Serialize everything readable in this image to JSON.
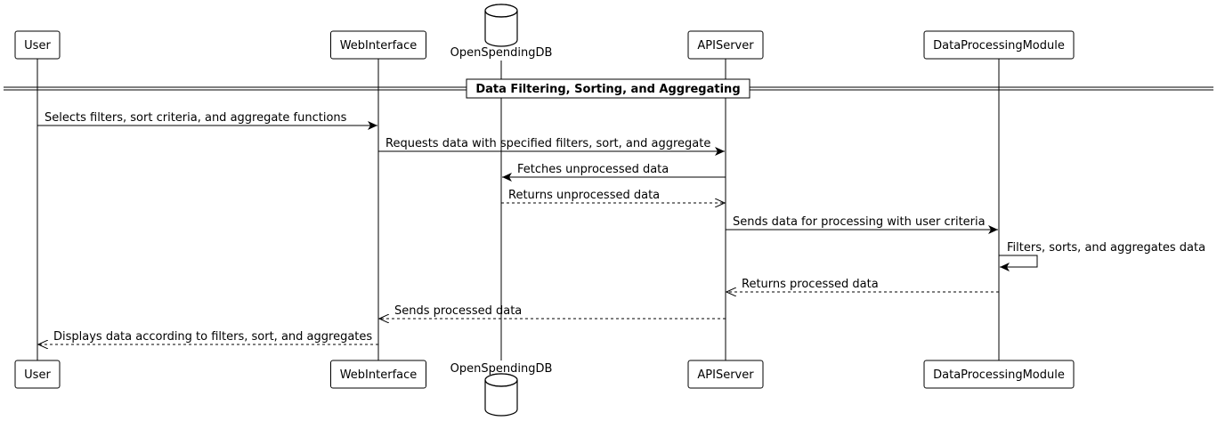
{
  "participants": [
    {
      "id": "user",
      "name": "User",
      "kind": "box"
    },
    {
      "id": "web",
      "name": "WebInterface",
      "kind": "box"
    },
    {
      "id": "db",
      "name": "OpenSpendingDB",
      "kind": "database"
    },
    {
      "id": "api",
      "name": "APIServer",
      "kind": "box"
    },
    {
      "id": "dpm",
      "name": "DataProcessingModule",
      "kind": "box"
    }
  ],
  "divider": {
    "label": "Data Filtering, Sorting, and Aggregating"
  },
  "messages": [
    {
      "from": "user",
      "to": "web",
      "label": "Selects filters, sort criteria, and aggregate functions",
      "style": "solid"
    },
    {
      "from": "web",
      "to": "api",
      "label": "Requests data with specified filters, sort, and aggregate",
      "style": "solid"
    },
    {
      "from": "api",
      "to": "db",
      "label": "Fetches unprocessed data",
      "style": "solid"
    },
    {
      "from": "db",
      "to": "api",
      "label": "Returns unprocessed data",
      "style": "dashed"
    },
    {
      "from": "api",
      "to": "dpm",
      "label": "Sends data for processing with user criteria",
      "style": "solid"
    },
    {
      "from": "dpm",
      "to": "dpm",
      "label": "Filters, sorts, and aggregates data",
      "style": "solid"
    },
    {
      "from": "dpm",
      "to": "api",
      "label": "Returns processed data",
      "style": "dashed"
    },
    {
      "from": "api",
      "to": "web",
      "label": "Sends processed data",
      "style": "dashed"
    },
    {
      "from": "web",
      "to": "user",
      "label": "Displays data according to filters, sort, and aggregates",
      "style": "dashed"
    }
  ]
}
